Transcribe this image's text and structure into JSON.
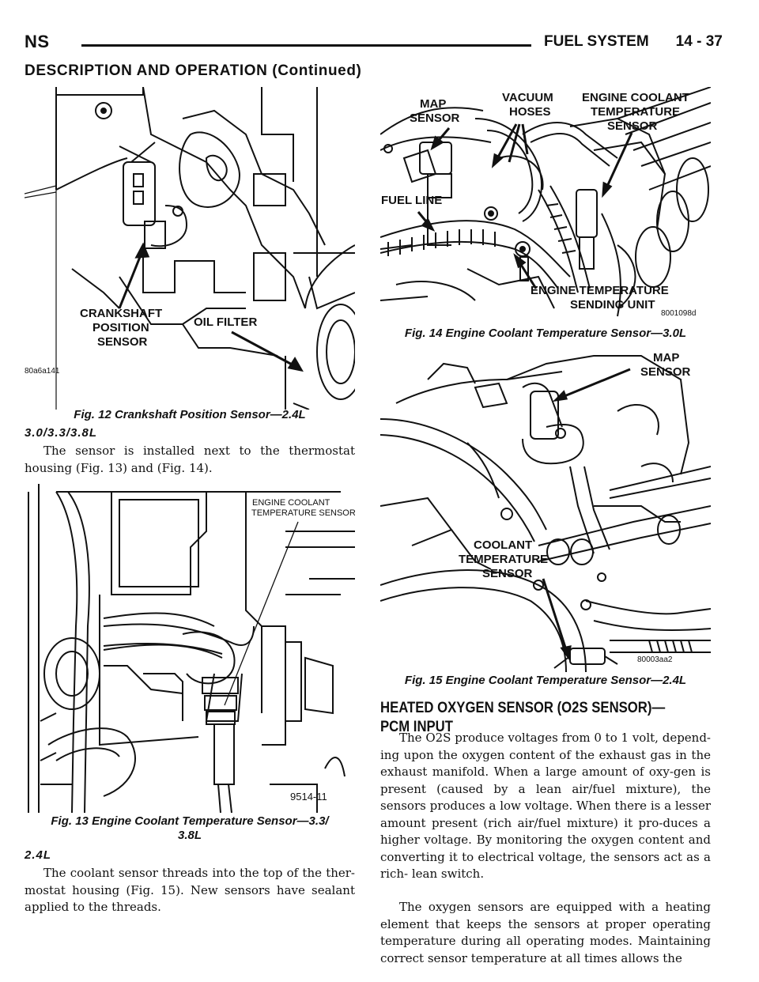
{
  "header": {
    "section_code": "NS",
    "chapter_title": "FUEL SYSTEM",
    "page_number": "14 - 37"
  },
  "section_continued": "DESCRIPTION AND OPERATION (Continued)",
  "figures": {
    "fig12": {
      "labels": {
        "crankshaft_1": "CRANKSHAFT",
        "crankshaft_2": "POSITION",
        "crankshaft_3": "SENSOR",
        "oil_filter": "OIL FILTER"
      },
      "code": "80a6a141",
      "caption": "Fig. 12 Crankshaft Position Sensor—2.4L"
    },
    "fig13": {
      "labels": {
        "ect_1": "ENGINE COOLANT",
        "ect_2": "TEMPERATURE SENSOR"
      },
      "code": "9514-11",
      "caption_line1": "Fig. 13 Engine Coolant Temperature Sensor—3.3/",
      "caption_line2": "3.8L"
    },
    "fig14": {
      "labels": {
        "map_1": "MAP",
        "map_2": "SENSOR",
        "vac_1": "VACUUM",
        "vac_2": "HOSES",
        "ect_1": "ENGINE COOLANT",
        "ect_2": "TEMPERATURE",
        "ect_3": "SENSOR",
        "fuel_line": "FUEL LINE",
        "etsu_1": "ENGINE TEMPERATURE",
        "etsu_2": "SENDING UNIT"
      },
      "code": "8001098d",
      "caption": "Fig. 14 Engine Coolant Temperature Sensor—3.0L"
    },
    "fig15": {
      "labels": {
        "map_1": "MAP",
        "map_2": "SENSOR",
        "cts_1": "COOLANT",
        "cts_2": "TEMPERATURE",
        "cts_3": "SENSOR"
      },
      "code": "80003aa2",
      "caption": "Fig. 15 Engine Coolant Temperature Sensor—2.4L"
    }
  },
  "left_column": {
    "heading_3x": "3.0/3.3/3.8L",
    "para_3x": "The sensor is installed next to the thermostat housing (Fig. 13) and (Fig. 14).",
    "heading_24": "2.4L",
    "para_24": "The coolant sensor threads into the top of the ther-mostat housing (Fig. 15). New sensors have sealant applied to the threads."
  },
  "right_column": {
    "heading": "HEATED OXYGEN SENSOR (O2S SENSOR)—PCM INPUT",
    "para1": "The O2S produce voltages from 0 to 1 volt, depend-ing upon the oxygen content of the exhaust gas in the exhaust manifold. When a large amount of oxy-gen is present (caused by a lean air/fuel mixture), the sensors produces a low voltage. When there is a lesser amount present (rich air/fuel mixture) it pro-duces a higher voltage. By monitoring the oxygen content and converting it to electrical voltage, the sensors act as a rich- lean switch.",
    "para2": "The oxygen sensors are equipped with a heating element that keeps the sensors at proper operating temperature during all operating modes. Maintaining correct sensor temperature at all times allows the"
  }
}
